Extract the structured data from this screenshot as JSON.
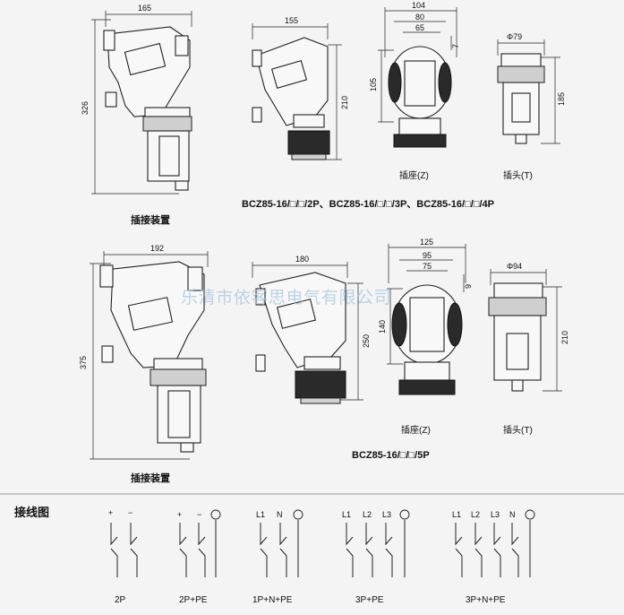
{
  "top_row": {
    "dims": {
      "assembly_width": "165",
      "assembly_height": "326",
      "socket_width": "155",
      "socket_height": "210",
      "front_outer": "104",
      "front_mid": "80",
      "front_inner": "65",
      "front_height": "105",
      "front_offset": "7",
      "plug_dia": "Φ79",
      "plug_height": "185"
    },
    "labels": {
      "assembly": "插接装置",
      "socket": "插座(Z)",
      "plug": "插头(T)"
    },
    "title": "BCZ85-16/□/□/2P、BCZ85-16/□/□/3P、BCZ85-16/□/□/4P"
  },
  "bottom_row": {
    "dims": {
      "assembly_width": "192",
      "assembly_height": "375",
      "socket_width": "180",
      "socket_height": "250",
      "front_outer": "125",
      "front_mid": "95",
      "front_inner": "75",
      "front_height": "140",
      "front_offset": "9",
      "plug_dia": "Φ94",
      "plug_height": "210"
    },
    "labels": {
      "assembly": "插接装置",
      "socket": "插座(Z)",
      "plug": "插头(T)"
    },
    "title": "BCZ85-16/□/□/5P"
  },
  "watermark": "乐清市依客思电气有限公司",
  "wiring": {
    "title": "接线图",
    "diagrams": [
      {
        "name": "2P",
        "terminals": [
          "+",
          "−"
        ]
      },
      {
        "name": "2P+PE",
        "terminals": [
          "+",
          "−",
          "⏚"
        ]
      },
      {
        "name": "1P+N+PE",
        "terminals": [
          "L1",
          "N",
          "⏚"
        ]
      },
      {
        "name": "3P+PE",
        "terminals": [
          "L1",
          "L2",
          "L3",
          "⏚"
        ]
      },
      {
        "name": "3P+N+PE",
        "terminals": [
          "L1",
          "L2",
          "L3",
          "N",
          "⏚"
        ]
      }
    ]
  }
}
